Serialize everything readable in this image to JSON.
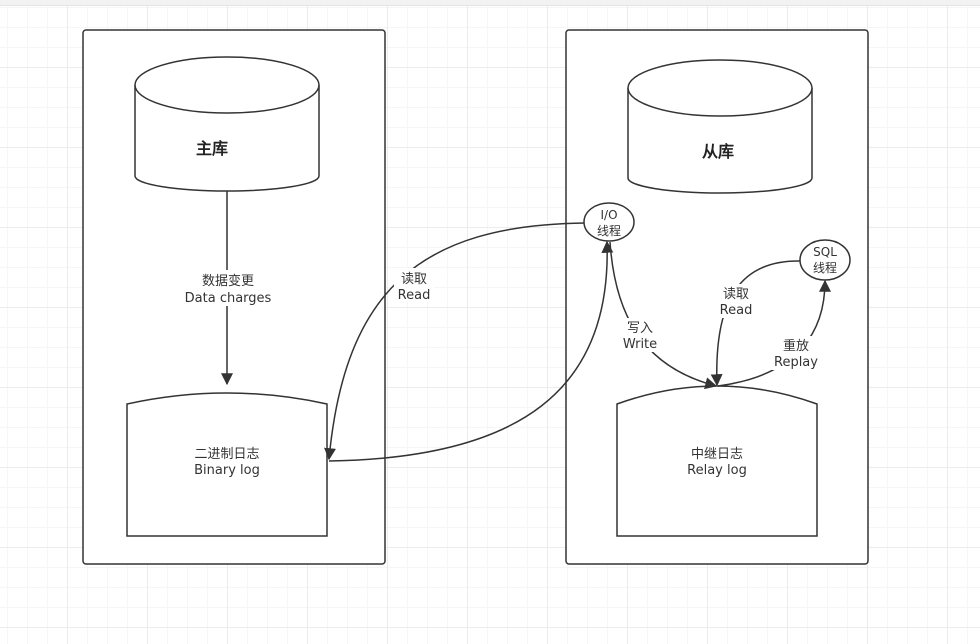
{
  "master": {
    "db_label": "主库",
    "flow": {
      "line1": "数据变更",
      "line2": "Data charges"
    },
    "binlog": {
      "line1": "二进制日志",
      "line2": "Binary log"
    }
  },
  "slave": {
    "db_label": "从库",
    "relay": {
      "line1": "中继日志",
      "line2": "Relay log"
    },
    "io_thread": {
      "line1": "I/O",
      "line2": "线程"
    },
    "sql_thread": {
      "line1": "SQL",
      "line2": "线程"
    }
  },
  "edges": {
    "io_read": {
      "line1": "读取",
      "line2": "Read"
    },
    "io_write": {
      "line1": "写入",
      "line2": "Write"
    },
    "sql_read": {
      "line1": "读取",
      "line2": "Read"
    },
    "sql_replay": {
      "line1": "重放",
      "line2": "Replay"
    }
  }
}
